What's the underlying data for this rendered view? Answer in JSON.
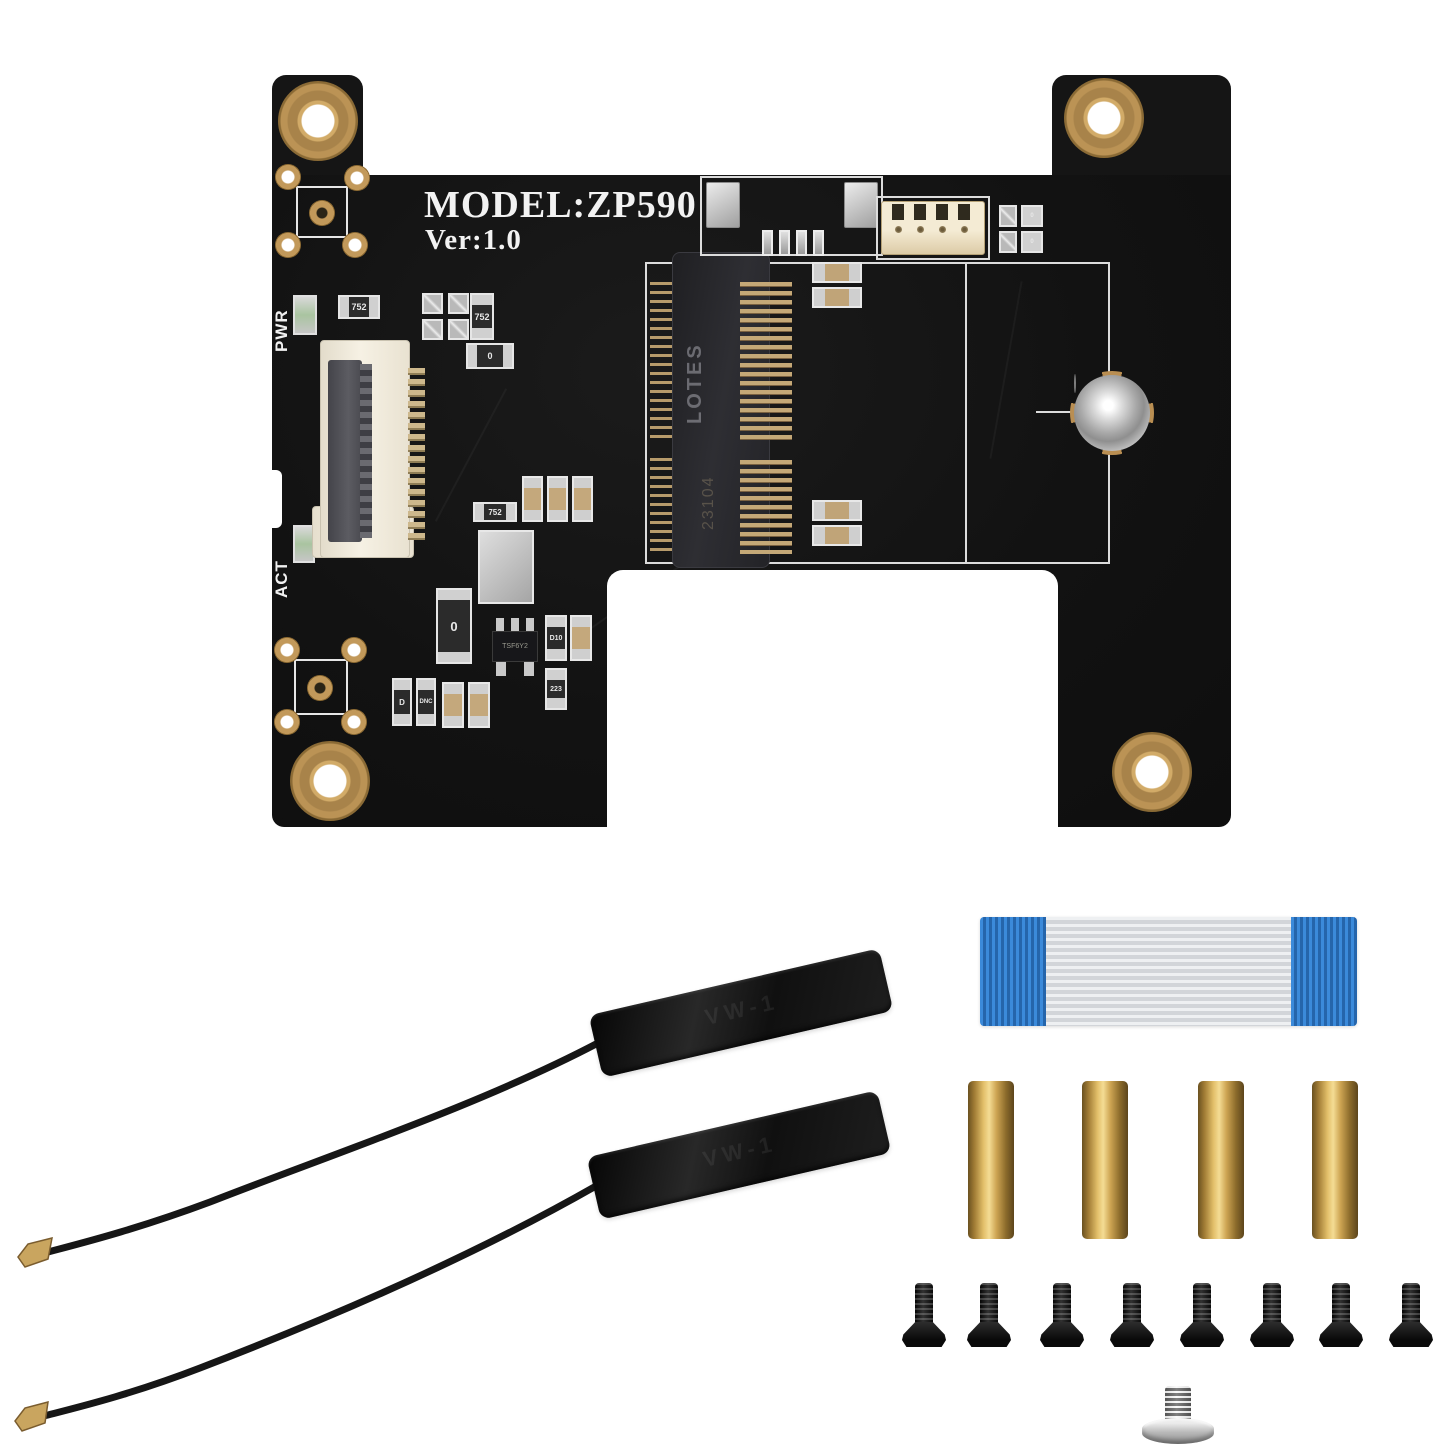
{
  "scene": {
    "background_color": "#ffffff"
  },
  "board": {
    "model_label": "MODEL:ZP590",
    "version_label": "Ver:1.0",
    "led_labels": {
      "power": "PWR",
      "activity": "ACT"
    },
    "mpcie_brand": "LOTES",
    "mpcie_etch": "23104",
    "markings": {
      "r752": "752",
      "zero": "0",
      "ic": "TSF6Y2",
      "d10": "D10",
      "c223": "223",
      "d": "D",
      "dnc": "DNC"
    },
    "colors": {
      "soldermask": "#131313",
      "silkscreen": "#f0f0f0",
      "copper_pad": "#bb9355",
      "connector_gold": "#c4a877"
    }
  },
  "accessories": {
    "antennas": {
      "count": 2,
      "marking": "VW-1"
    },
    "ribbon_cable": {
      "count": 1,
      "end_color": "#2e7cc9",
      "body_color": "#dfe2e4"
    },
    "standoffs": {
      "count": 4,
      "material_color": "#c9a24e"
    },
    "screws_black": {
      "count": 8,
      "color": "#1a1a1a"
    },
    "screw_silver": {
      "count": 1,
      "color": "#c0c0c0"
    }
  }
}
